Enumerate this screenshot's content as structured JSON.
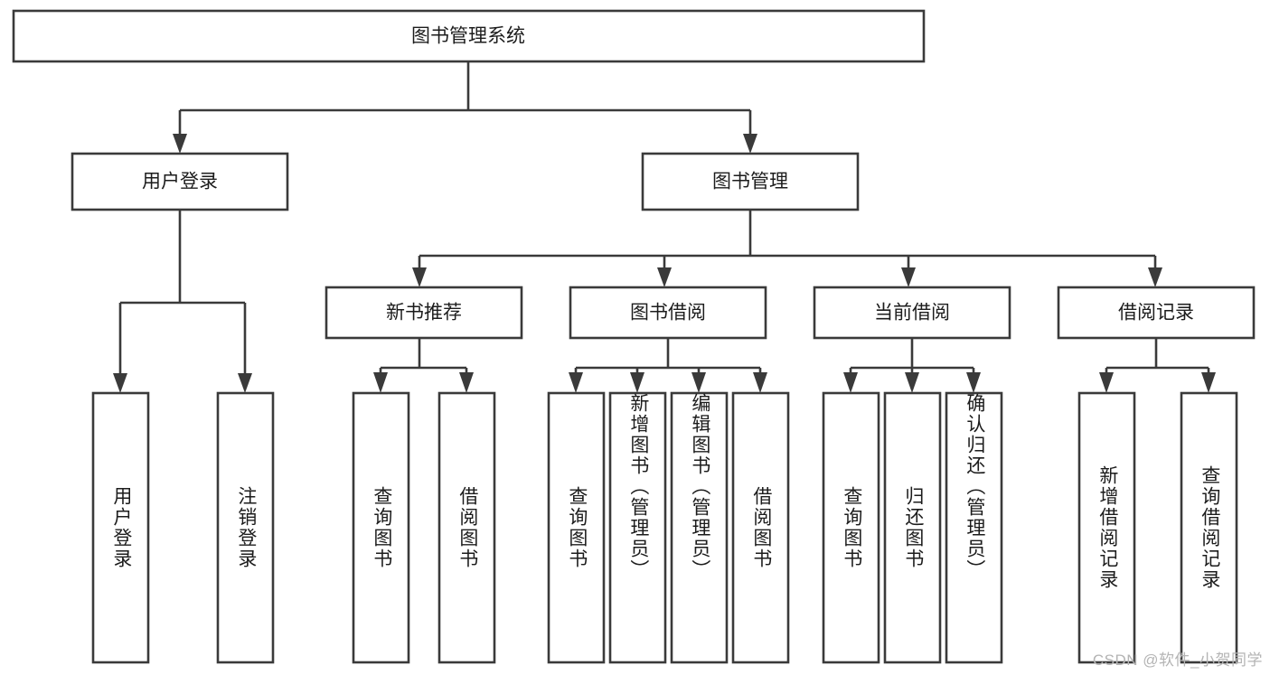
{
  "diagram": {
    "type": "hierarchy-tree",
    "title": "图书管理系统",
    "watermark": "CSDN @软件_小贺同学",
    "colors": {
      "stroke": "#3a3a3a",
      "fill": "#ffffff",
      "text": "#1c1c1c",
      "watermark": "#b4b4b4"
    },
    "root": {
      "label": "图书管理系统",
      "orientation": "horizontal"
    },
    "level2": [
      {
        "label": "用户登录",
        "orientation": "horizontal"
      },
      {
        "label": "图书管理",
        "orientation": "horizontal"
      }
    ],
    "level3": [
      {
        "label": "新书推荐",
        "orientation": "horizontal"
      },
      {
        "label": "图书借阅",
        "orientation": "horizontal"
      },
      {
        "label": "当前借阅",
        "orientation": "horizontal"
      },
      {
        "label": "借阅记录",
        "orientation": "horizontal"
      }
    ],
    "leaves": {
      "用户登录": [
        {
          "label": "用户登录",
          "orientation": "vertical"
        },
        {
          "label": "注销登录",
          "orientation": "vertical"
        }
      ],
      "新书推荐": [
        {
          "label": "查询图书",
          "orientation": "vertical"
        },
        {
          "label": "借阅图书",
          "orientation": "vertical"
        }
      ],
      "图书借阅": [
        {
          "label": "查询图书",
          "orientation": "vertical"
        },
        {
          "label": "新增图书（管理员）",
          "orientation": "vertical"
        },
        {
          "label": "编辑图书（管理员）",
          "orientation": "vertical"
        },
        {
          "label": "借阅图书",
          "orientation": "vertical"
        }
      ],
      "当前借阅": [
        {
          "label": "查询图书",
          "orientation": "vertical"
        },
        {
          "label": "归还图书",
          "orientation": "vertical"
        },
        {
          "label": "确认归还（管理员）",
          "orientation": "vertical"
        }
      ],
      "借阅记录": [
        {
          "label": "新增借阅记录",
          "orientation": "vertical"
        },
        {
          "label": "查询借阅记录",
          "orientation": "vertical"
        }
      ]
    },
    "leaf_labels_flat": [
      "用户登录",
      "注销登录",
      "查询图书",
      "借阅图书",
      "查询图书",
      "新增图书（管理员）",
      "编辑图书（管理员）",
      "借阅图书",
      "查询图书",
      "归还图书",
      "确认归还（管理员）",
      "新增借阅记录",
      "查询借阅记录"
    ]
  }
}
